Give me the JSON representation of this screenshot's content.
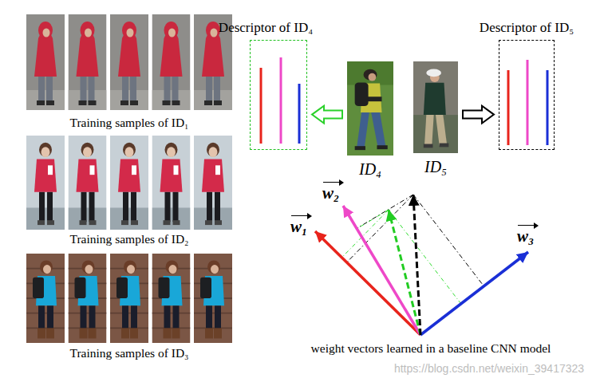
{
  "diagram": {
    "nodes": [
      {
        "text": [
          "Descriptor of ID₄"
        ]
      },
      {
        "text": [
          "ID₄"
        ]
      },
      {
        "text": [
          "ID₅"
        ]
      },
      {
        "text": [
          "Descriptor of ID₅"
        ]
      }
    ],
    "edges": [
      {
        "from": 1,
        "to": 0,
        "arrow": "to"
      },
      {
        "from": 2,
        "to": 3,
        "arrow": "to"
      }
    ],
    "labels": [
      "Training samples of ID₁",
      "Training samples of ID₂",
      "Training samples of ID₃",
      "w₁",
      "w₂",
      "w₃",
      "weight vectors learned in a baseline CNN model",
      "https://blog.csdn.net/weixin_39417323"
    ]
  }
}
